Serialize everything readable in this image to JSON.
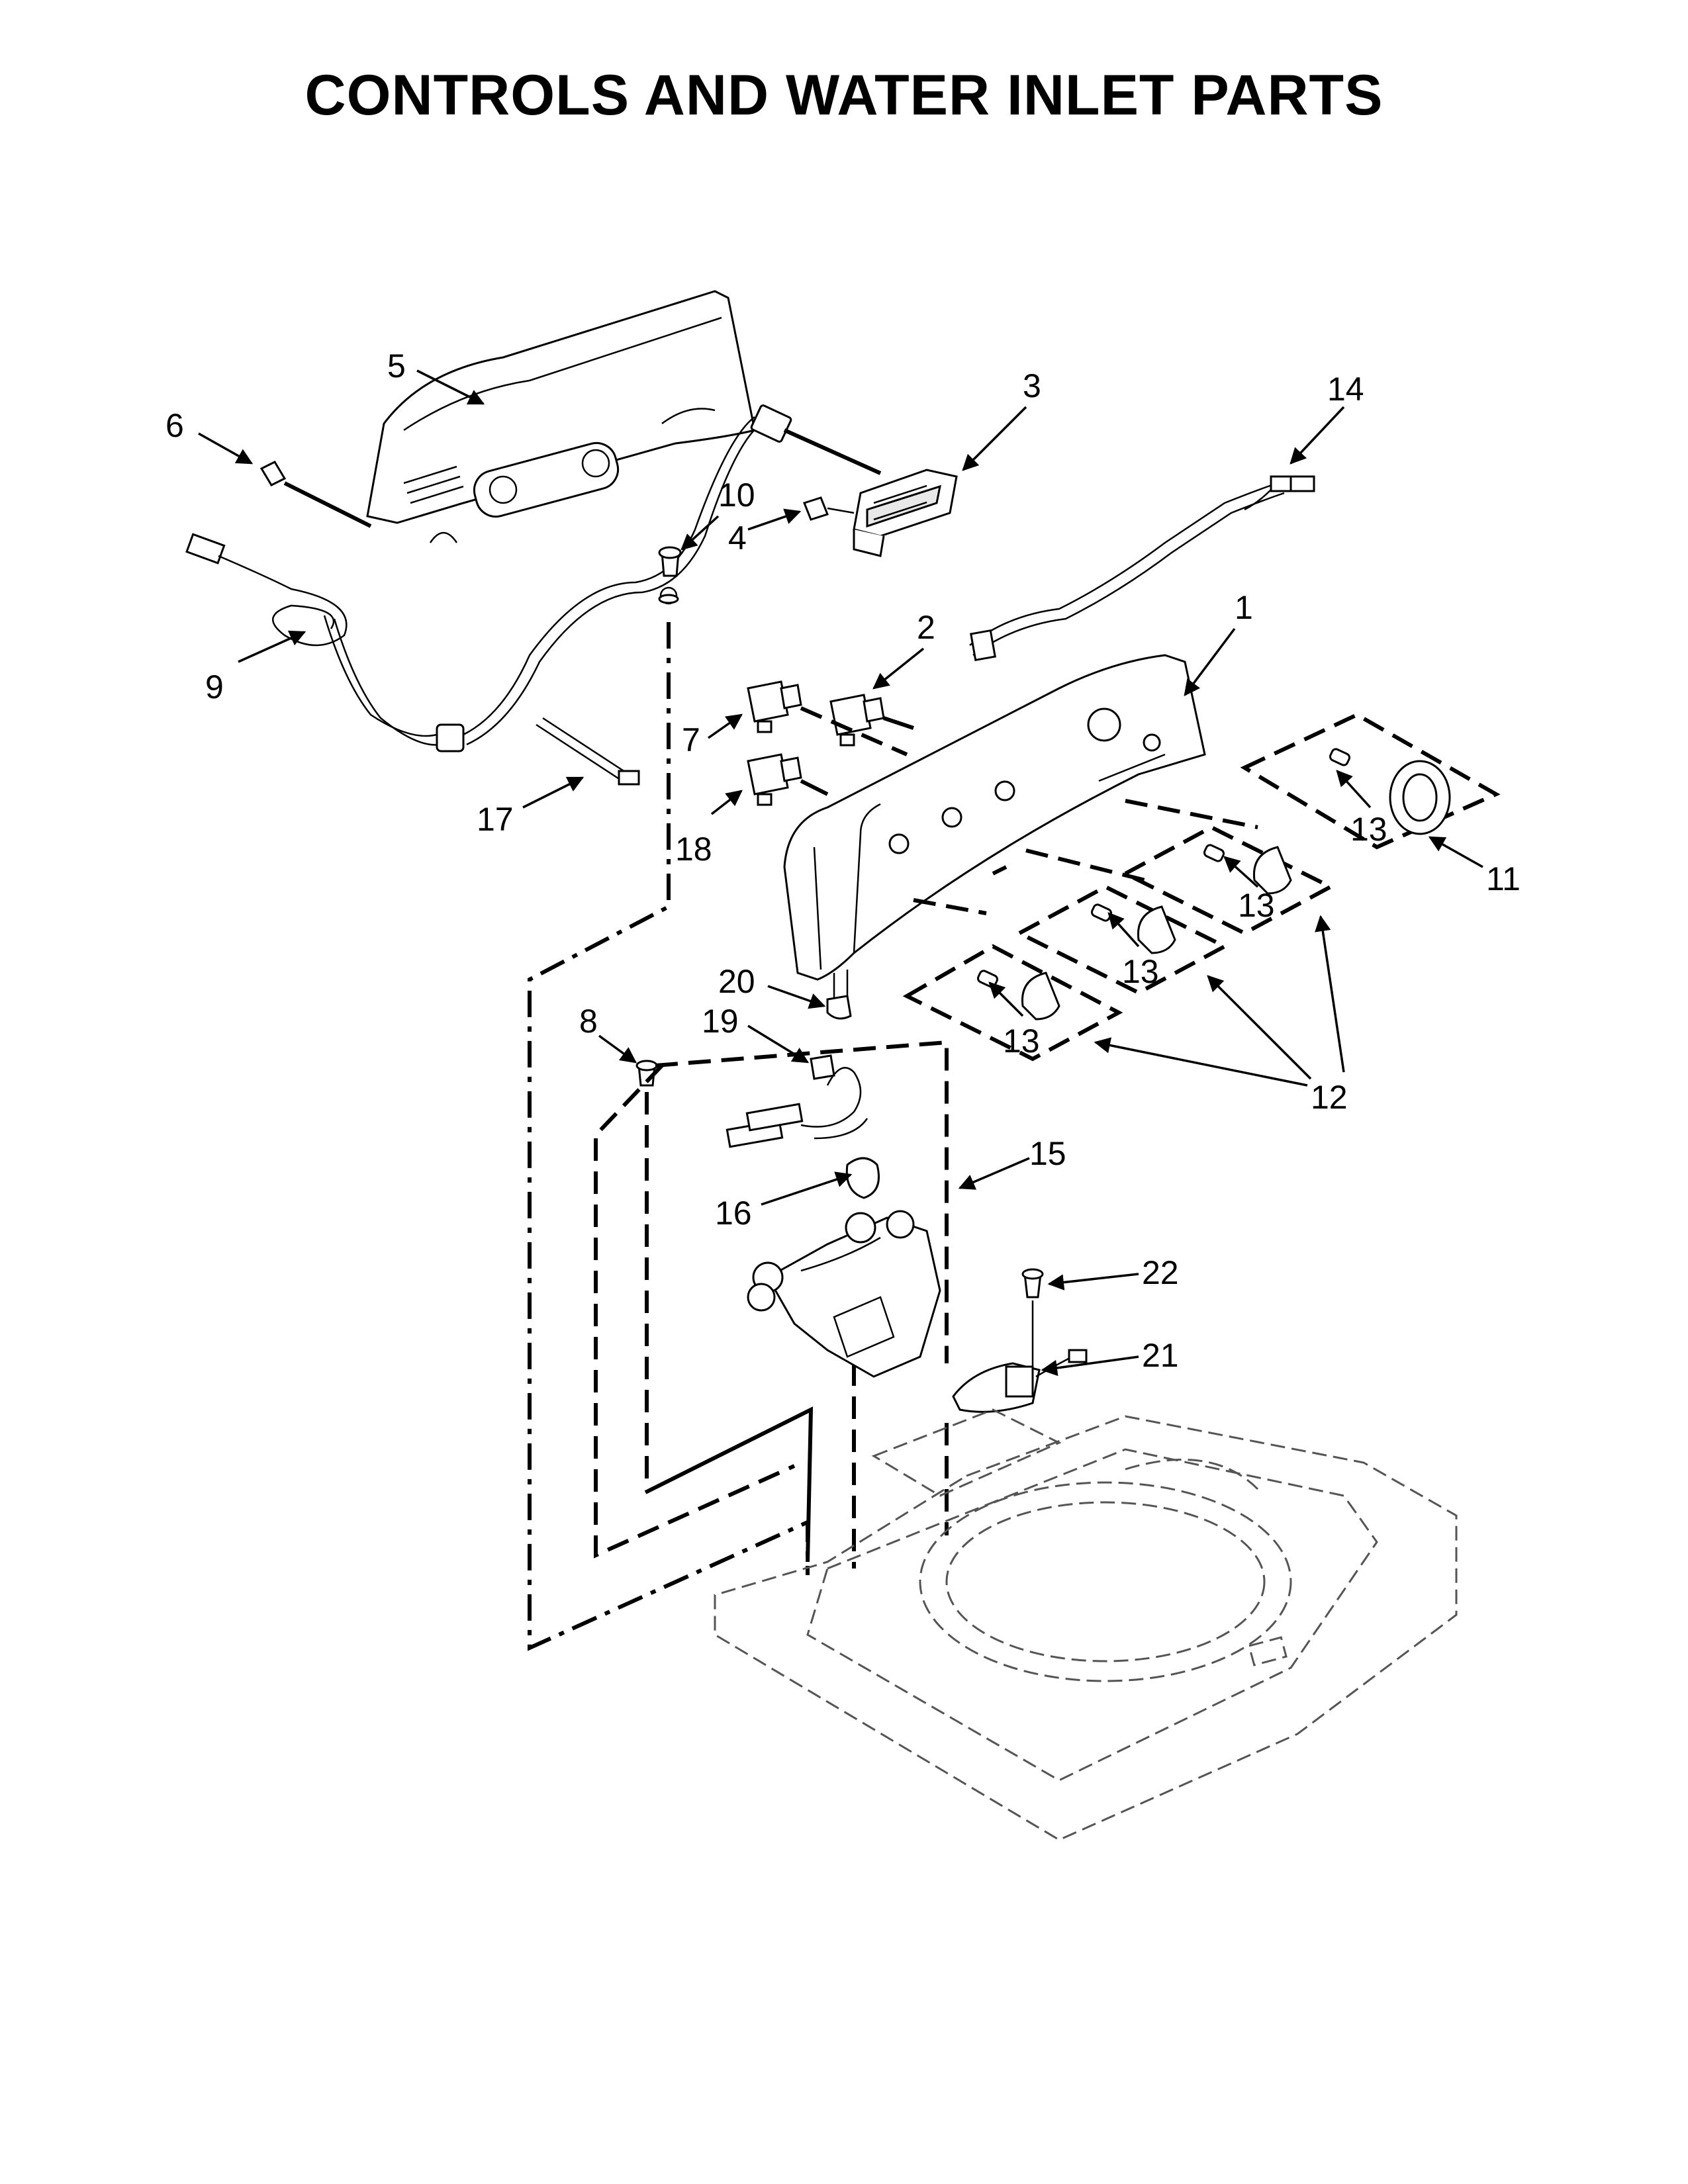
{
  "title": "CONTROLS AND WATER INLET PARTS",
  "callouts": [
    {
      "id": "c1",
      "text": "1"
    },
    {
      "id": "c2",
      "text": "2"
    },
    {
      "id": "c3",
      "text": "3"
    },
    {
      "id": "c4",
      "text": "4"
    },
    {
      "id": "c5",
      "text": "5"
    },
    {
      "id": "c6",
      "text": "6"
    },
    {
      "id": "c7",
      "text": "7"
    },
    {
      "id": "c8",
      "text": "8"
    },
    {
      "id": "c9",
      "text": "9"
    },
    {
      "id": "c10",
      "text": "10"
    },
    {
      "id": "c11",
      "text": "11"
    },
    {
      "id": "c12",
      "text": "12"
    },
    {
      "id": "c13a",
      "text": "13"
    },
    {
      "id": "c13b",
      "text": "13"
    },
    {
      "id": "c13c",
      "text": "13"
    },
    {
      "id": "c13d",
      "text": "13"
    },
    {
      "id": "c14",
      "text": "14"
    },
    {
      "id": "c15",
      "text": "15"
    },
    {
      "id": "c16",
      "text": "16"
    },
    {
      "id": "c17",
      "text": "17"
    },
    {
      "id": "c18",
      "text": "18"
    },
    {
      "id": "c19",
      "text": "19"
    },
    {
      "id": "c20",
      "text": "20"
    },
    {
      "id": "c21",
      "text": "21"
    },
    {
      "id": "c22",
      "text": "22"
    }
  ]
}
